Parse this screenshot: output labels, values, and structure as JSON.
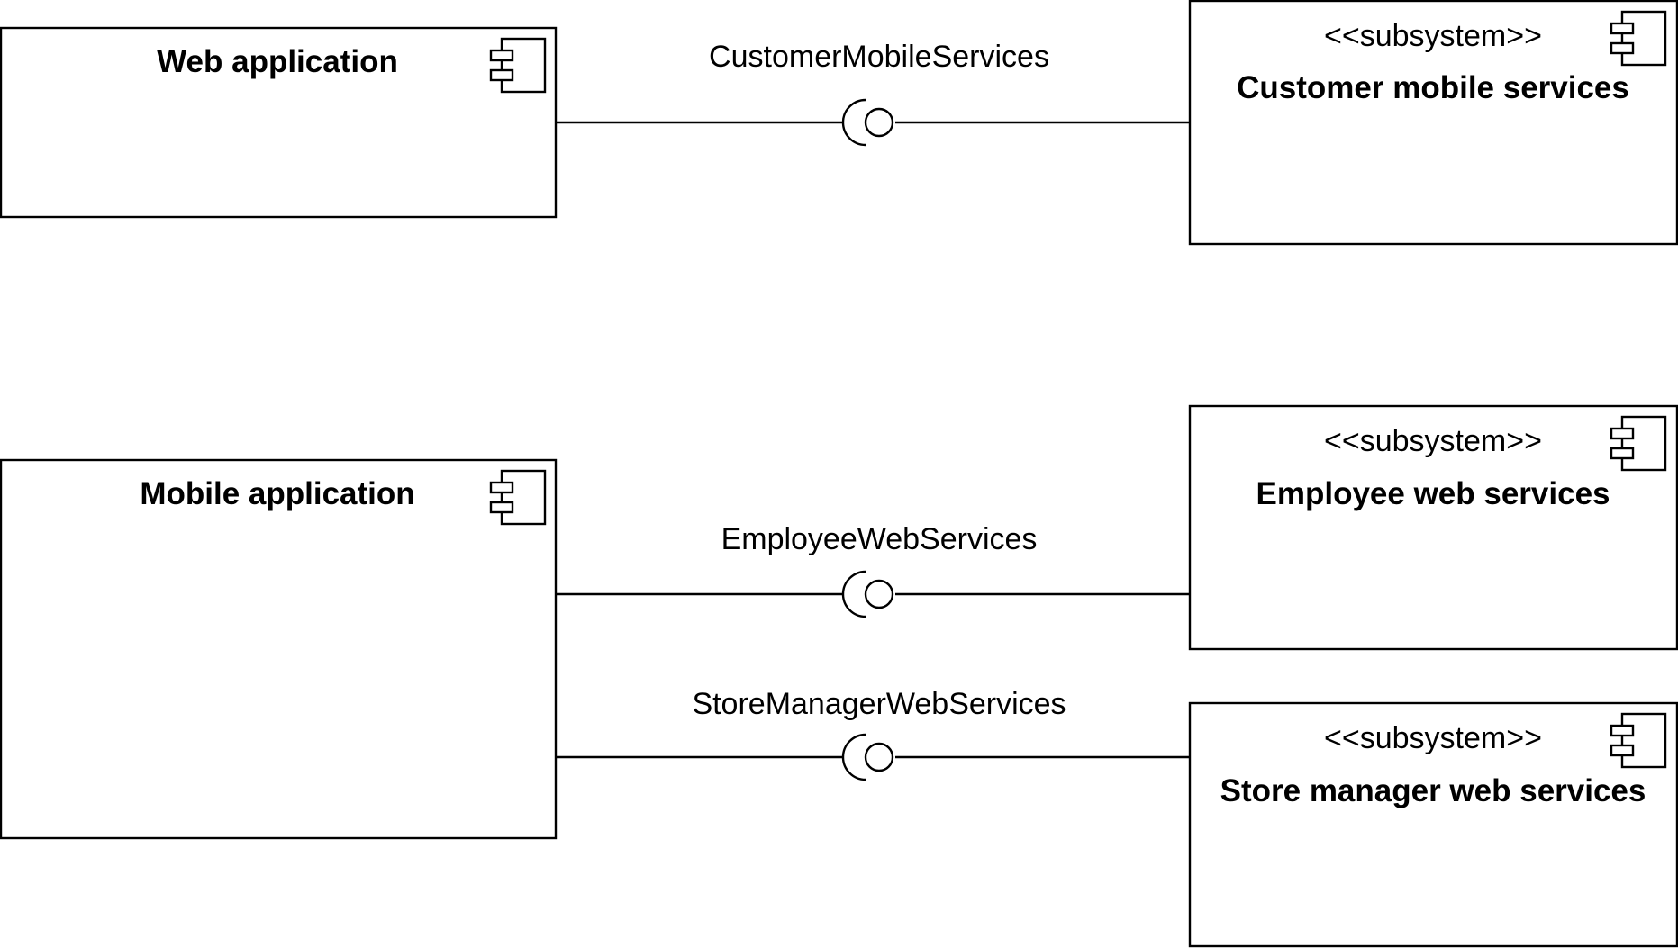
{
  "components": {
    "web_app": {
      "title": "Web application"
    },
    "mobile_app": {
      "title": "Mobile application"
    },
    "customer_mobile": {
      "stereotype": "<<subsystem>>",
      "title": "Customer mobile services"
    },
    "employee_web": {
      "stereotype": "<<subsystem>>",
      "title": "Employee web services"
    },
    "store_manager_web": {
      "stereotype": "<<subsystem>>",
      "title": "Store manager web services"
    }
  },
  "interfaces": {
    "customer_mobile": {
      "label": "CustomerMobileServices"
    },
    "employee_web": {
      "label": "EmployeeWebServices"
    },
    "store_manager_web": {
      "label": "StoreManagerWebServices"
    }
  },
  "icons": {
    "component": "component-icon",
    "lollipop": "lollipop-socket-icon"
  }
}
